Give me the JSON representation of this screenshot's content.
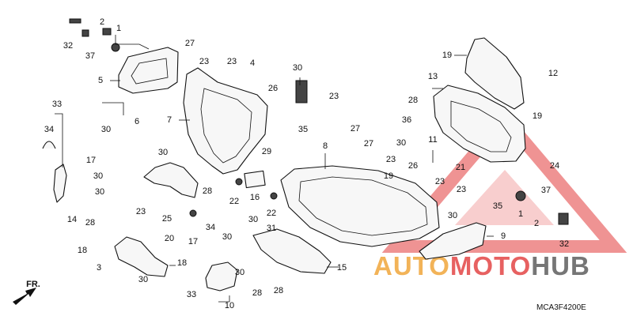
{
  "diagram_code": "MCA3F4200E",
  "watermark": {
    "word_a": "AUTO",
    "word_b": "MOTO",
    "word_c": "HUB",
    "colors": {
      "orange": "#f0a12f",
      "red": "#e23a3a",
      "dark": "#555555"
    }
  },
  "direction_arrow": {
    "label": "FR."
  },
  "part_numbers": [
    "32",
    "2",
    "37",
    "1",
    "5",
    "27",
    "23",
    "23",
    "4",
    "7",
    "30",
    "23",
    "26",
    "35",
    "30",
    "6",
    "33",
    "34",
    "17",
    "30",
    "30",
    "14",
    "30",
    "28",
    "28",
    "25",
    "23",
    "20",
    "18",
    "3",
    "18",
    "30",
    "17",
    "34",
    "30",
    "33",
    "30",
    "28",
    "10",
    "29",
    "16",
    "22",
    "22",
    "30",
    "31",
    "15",
    "28",
    "8",
    "27",
    "27",
    "23",
    "30",
    "11",
    "26",
    "23",
    "21",
    "23",
    "30",
    "35",
    "1",
    "37",
    "2",
    "32",
    "9",
    "19",
    "13",
    "28",
    "12",
    "36",
    "19",
    "24",
    "19"
  ]
}
